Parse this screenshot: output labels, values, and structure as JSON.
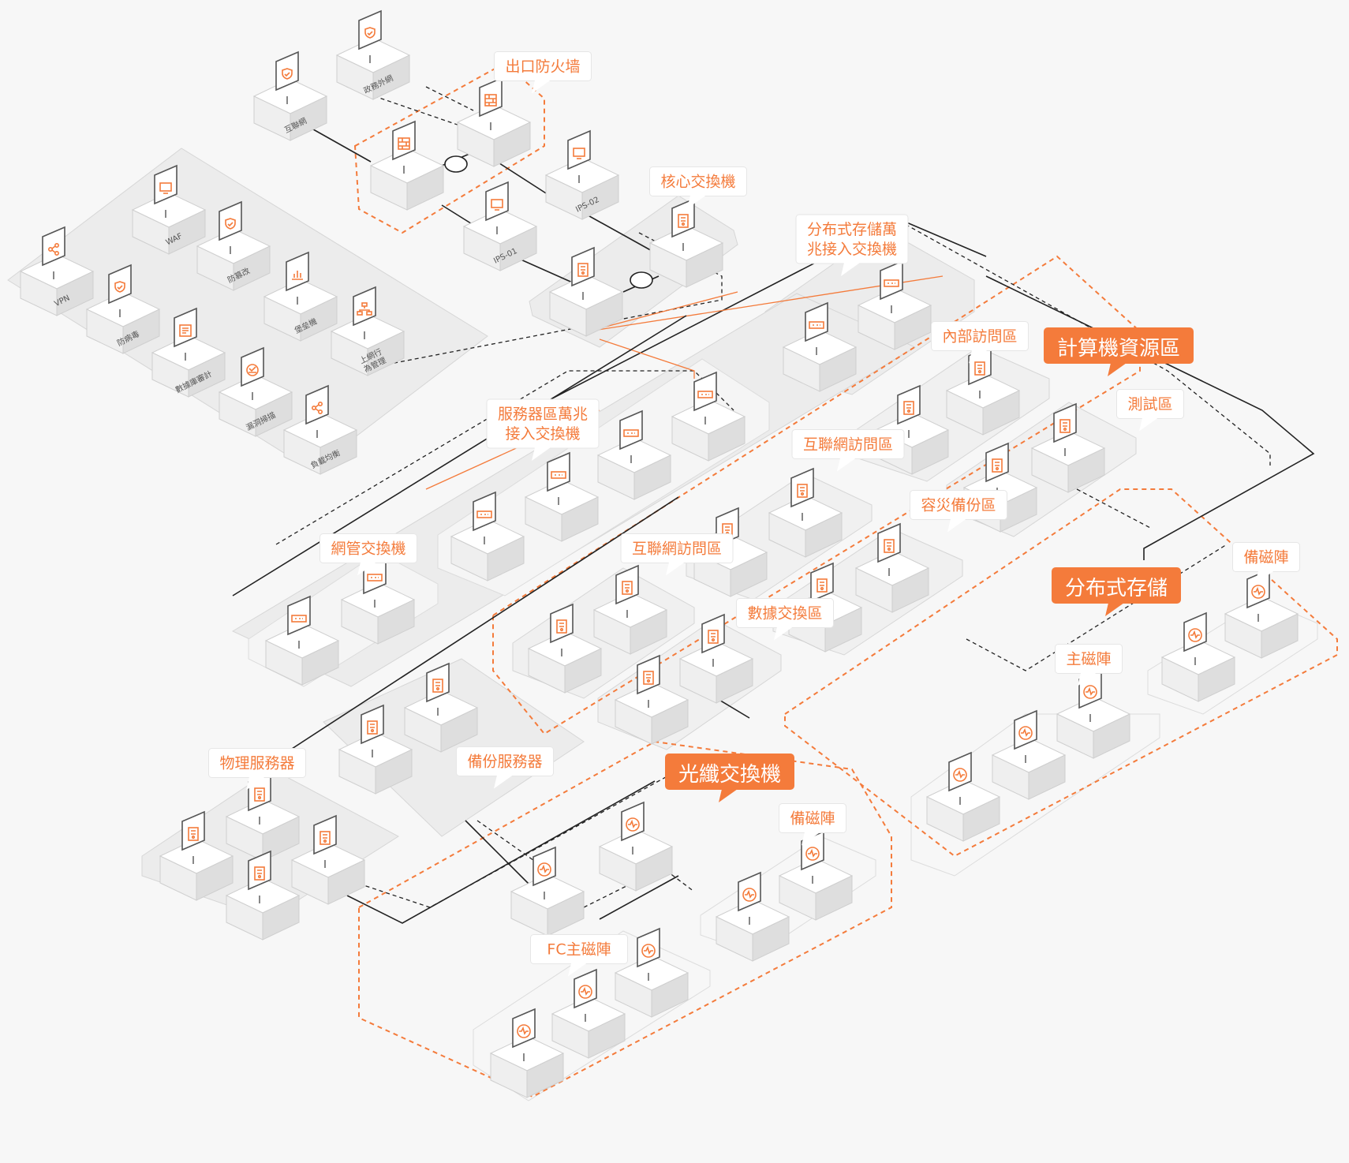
{
  "colors": {
    "accent": "#f47b3b",
    "box_front": "#efefef",
    "box_side": "#dedede",
    "box_top": "#ffffff",
    "zone_fill": "#ececec",
    "line": "#222222"
  },
  "callouts": {
    "exit_firewall": "出口防火墙",
    "core_switch": "核心交換機",
    "distributed_storage_switch": [
      "分布式存儲萬",
      "兆接入交換機"
    ],
    "internal_access": "內部訪問區",
    "compute_resource": "計算機資源區",
    "test_zone": "測試區",
    "server_zone_switch": [
      "服務器區萬兆",
      "接入交換機"
    ],
    "internet_access_1": "互聯網訪問區",
    "dr_backup": "容災備份區",
    "internet_access_2": "互聯網訪問區",
    "mgmt_switch": "網管交換機",
    "data_exchange": "數據交換區",
    "distributed_storage": "分布式存儲",
    "backup_array_right": "備磁陣",
    "main_array": "主磁陣",
    "physical_server": "物理服務器",
    "backup_server": "備份服務器",
    "fiber_switch": "光纖交換機",
    "backup_array_bottom": "備磁陣",
    "fc_main_array": "FC主磁陣"
  },
  "device_labels": {
    "gov_extranet": "政務外網",
    "internet": "互聯網",
    "ips_02": "IPS-02",
    "ips_01": "IPS-01",
    "waf": "WAF",
    "anti_tamper": "防篡改",
    "vpn": "VPN",
    "antivirus": "防病毒",
    "bastion": "堡垒機",
    "behavior_mgmt": [
      "上網行",
      "為管理"
    ],
    "db_audit": "數據庫審計",
    "vuln_scan": "漏洞掃描",
    "load_balance": "負載均衡"
  },
  "icons": {
    "shield": "shield-icon",
    "firewall": "firewall-brick-icon",
    "monitor": "monitor-icon",
    "switch_port": "switch-port-icon",
    "server_doc": "server-document-icon",
    "disk_pulse": "disk-array-pulse-icon",
    "share": "share-nodes-icon",
    "network": "network-tree-icon",
    "chart": "bar-chart-icon",
    "scan": "scan-icon",
    "list": "list-icon"
  }
}
